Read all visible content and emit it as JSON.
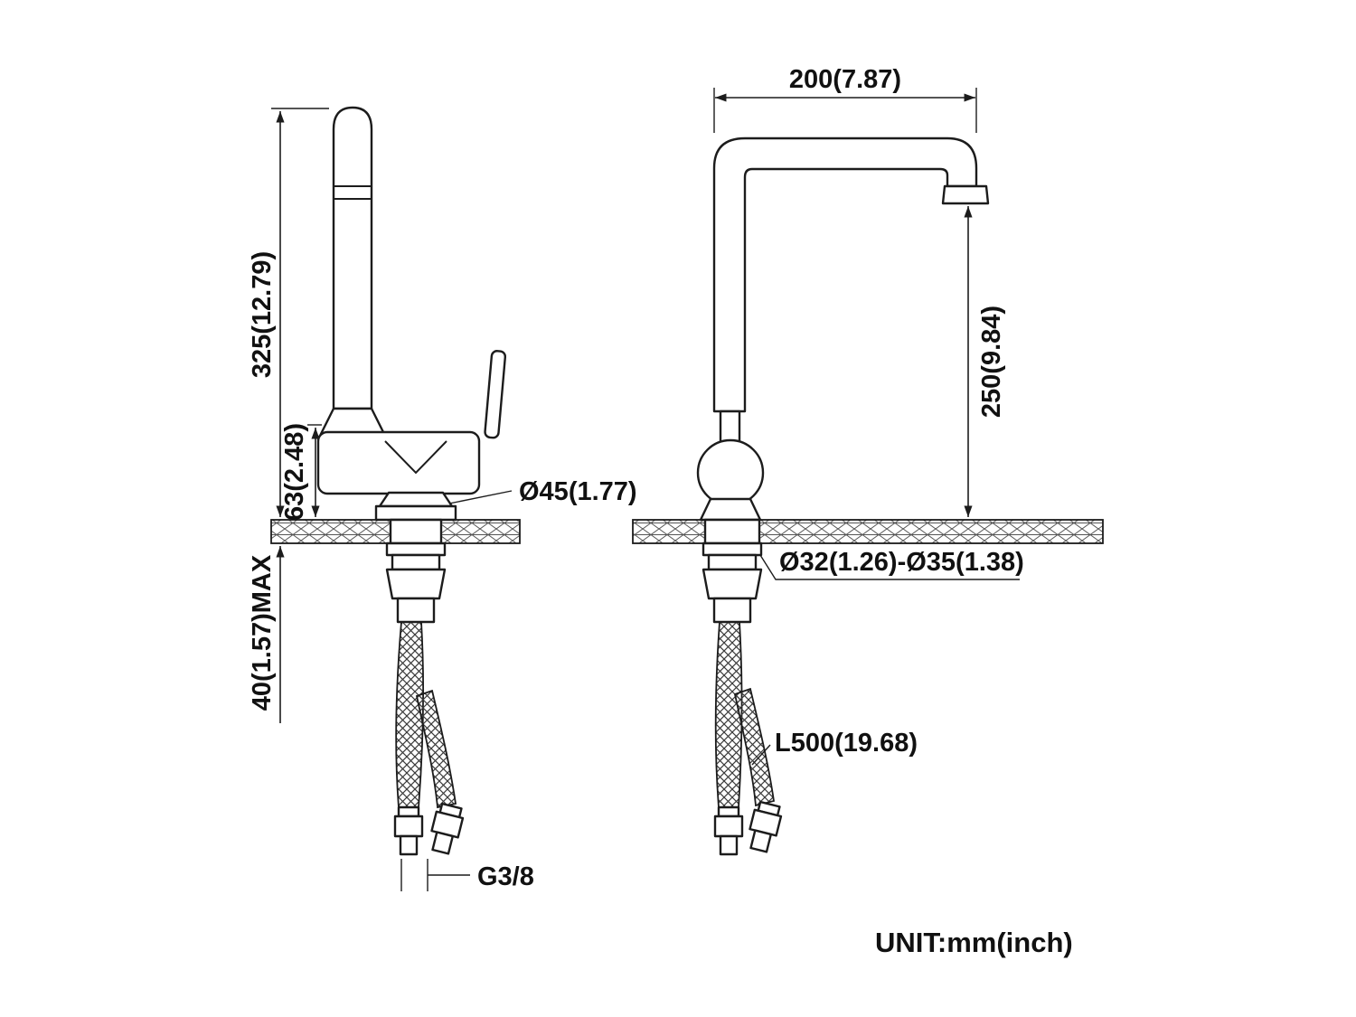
{
  "unit_note": "UNIT:mm(inch)",
  "dims": {
    "overall_height": "325(12.79)",
    "body_to_counter": "63(2.48)",
    "max_counter_thickness": "40(1.57)MAX",
    "base_diameter": "Ø45(1.77)",
    "spout_reach": "200(7.87)",
    "spout_height": "250(9.84)",
    "mounting_hole": "Ø32(1.26)-Ø35(1.38)",
    "hose_length": "L500(19.68)",
    "hose_thread": "G3/8"
  },
  "colors": {
    "line": "#1c1c1c",
    "background": "#ffffff"
  }
}
